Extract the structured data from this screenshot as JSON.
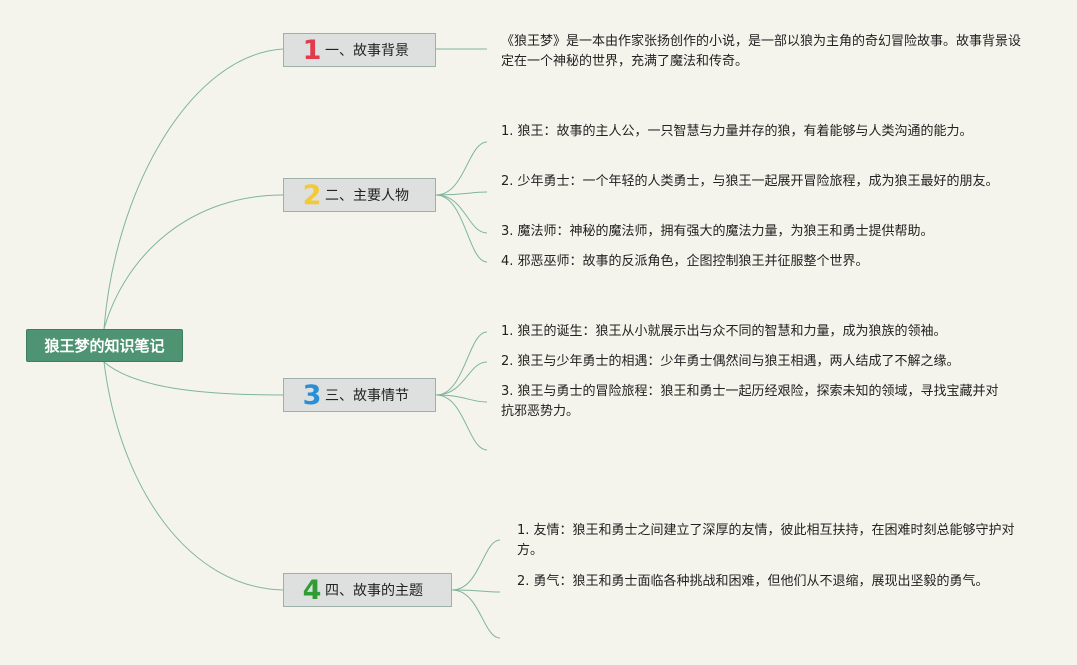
{
  "root": {
    "label": "狼王梦的知识笔记"
  },
  "colors": {
    "background": "#f4f4ec",
    "root_fill": "#4e9472",
    "branch_fill": "#dde0df",
    "connector": "#7fb59b",
    "num1": "#e23b4b",
    "num2": "#f3c93a",
    "num3": "#2a8fd6",
    "num4": "#2f9c34"
  },
  "branches": [
    {
      "number": "1",
      "label": "一、故事背景",
      "items": [
        "《狼王梦》是一本由作家张扬创作的小说，是一部以狼为主角的奇幻冒险故事。故事背景设定在一个神秘的世界，充满了魔法和传奇。"
      ]
    },
    {
      "number": "2",
      "label": "二、主要人物",
      "items": [
        "1. 狼王：故事的主人公，一只智慧与力量并存的狼，有着能够与人类沟通的能力。",
        "2. 少年勇士：一个年轻的人类勇士，与狼王一起展开冒险旅程，成为狼王最好的朋友。",
        "3. 魔法师：神秘的魔法师，拥有强大的魔法力量，为狼王和勇士提供帮助。",
        "4. 邪恶巫师：故事的反派角色，企图控制狼王并征服整个世界。"
      ]
    },
    {
      "number": "3",
      "label": "三、故事情节",
      "items": [
        "1. 狼王的诞生：狼王从小就展示出与众不同的智慧和力量，成为狼族的领袖。",
        "2. 狼王与少年勇士的相遇：少年勇士偶然间与狼王相遇，两人结成了不解之缘。",
        "3. 狼王与勇士的冒险旅程：狼王和勇士一起历经艰险，探索未知的领域，寻找宝藏并对抗邪恶势力。"
      ]
    },
    {
      "number": "4",
      "label": "四、故事的主题",
      "items": [
        "1. 友情：狼王和勇士之间建立了深厚的友情，彼此相互扶持，在困难时刻总能够守护对方。",
        "2. 勇气：狼王和勇士面临各种挑战和困难，但他们从不退缩，展现出坚毅的勇气。"
      ]
    }
  ]
}
